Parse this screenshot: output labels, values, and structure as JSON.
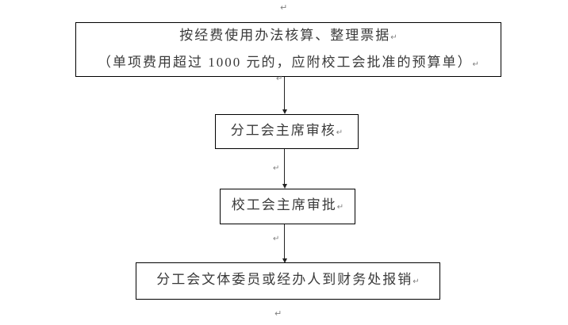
{
  "flowchart": {
    "nodes": [
      {
        "id": "step-1",
        "lines": [
          "按经费使用办法核算、整理票据",
          "（单项费用超过 1000 元的，应附校工会批准的预算单）"
        ]
      },
      {
        "id": "step-2",
        "lines": [
          "分工会主席审核"
        ]
      },
      {
        "id": "step-3",
        "lines": [
          "校工会主席审批"
        ]
      },
      {
        "id": "step-4",
        "lines": [
          "分工会文体委员或经办人到财务处报销"
        ]
      }
    ],
    "connector_count": 3,
    "line_break_mark": "↵",
    "paragraph_mark_top": "↵",
    "paragraph_mark_bottom": "↵",
    "colors": {
      "border": "#000000",
      "text": "#3a3a3a",
      "formatting_mark": "#808080",
      "arrow": "#222222",
      "background": "#ffffff"
    }
  }
}
